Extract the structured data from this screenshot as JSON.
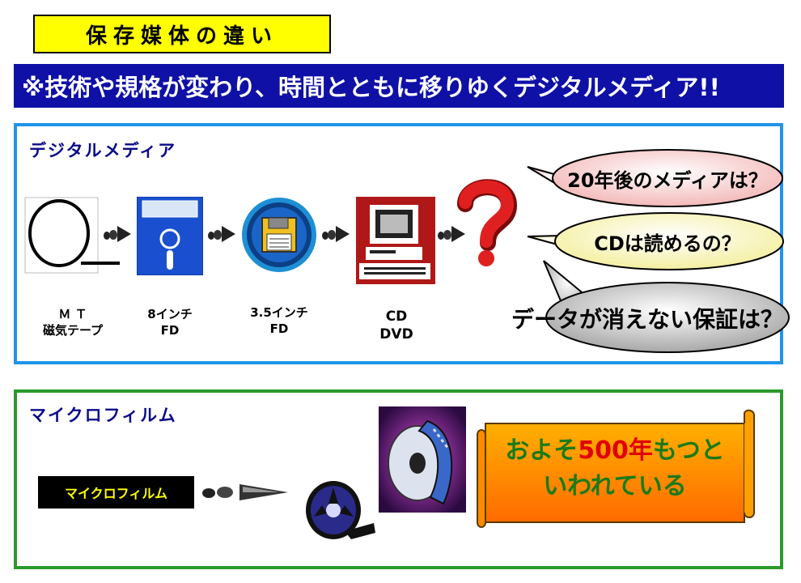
{
  "title": "保存媒体の違い",
  "banner": "※技術や規格が変わり、時間とともに移りゆくデジタルメディア!!",
  "digital": {
    "heading": "デジタルメディア",
    "media": [
      {
        "name": "mt",
        "line1": "Ｍ Ｔ",
        "line2": "磁気テープ"
      },
      {
        "name": "fd8",
        "line1": "8インチ",
        "line2": "FD"
      },
      {
        "name": "fd35",
        "line1": "3.5インチ",
        "line2": "FD"
      },
      {
        "name": "cd",
        "line1": "CD",
        "line2": "DVD"
      }
    ],
    "questions": [
      "20年後のメディアは？",
      "CDは読めるの？",
      "データが消えない保証は？"
    ]
  },
  "microfilm": {
    "heading": "マイクロフィルム",
    "label": "マイクロフィルム",
    "scroll_part1": "およそ",
    "scroll_highlight": "500年",
    "scroll_part2": "もつと",
    "scroll_line2": "いわれている"
  },
  "colors": {
    "title_bg": "#ffff00",
    "banner_bg": "#0f10a6",
    "digital_border": "#1f95e8",
    "micro_border": "#2a9a2a",
    "floppy_blue": "#1a4fd0",
    "question_red": "#e02020",
    "scroll_orange": "#ff7a00"
  },
  "icons": [
    "tape-reel-icon",
    "floppy-disk-icon",
    "disk-badge-icon",
    "computer-icon",
    "question-mark-icon",
    "film-reel-icon",
    "arrow-icon"
  ]
}
